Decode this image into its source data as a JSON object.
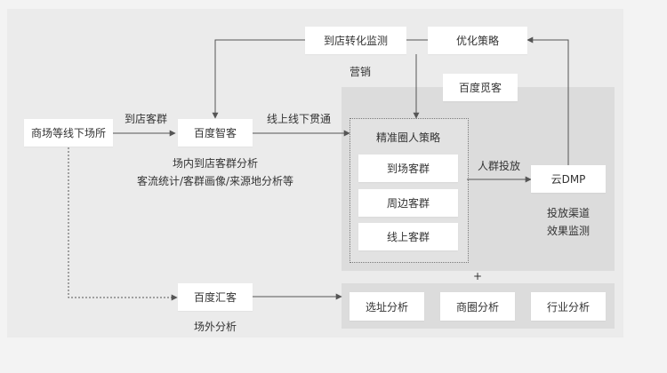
{
  "nodes": {
    "mall": "商场等线下场所",
    "zhike": "百度智客",
    "huike": "百度汇客",
    "conversion": "到店转化监测",
    "optimize": "优化策略",
    "mike": "百度觅客",
    "strategy_title": "精准圈人策略",
    "strategy_items": [
      "到场客群",
      "周边客群",
      "线上客群"
    ],
    "dmp": "云DMP",
    "analysis": [
      "选址分析",
      "商圈分析",
      "行业分析"
    ]
  },
  "labels": {
    "to_store": "到店客群",
    "online_offline": "线上线下贯通",
    "crowd": "人群投放",
    "marketing": "营销",
    "zhike_desc_1": "场内到店客群分析",
    "zhike_desc_2": "客流统计/客群画像/来源地分析等",
    "dmp_desc_1": "投放渠道",
    "dmp_desc_2": "效果监测",
    "plus": "+",
    "huike_desc": "场外分析"
  },
  "colors": {
    "page_bg": "#f3f3f3",
    "canvas_bg": "#ebebeb",
    "panel_bg": "#dcdcdc",
    "node_bg": "#ffffff",
    "line": "#555555"
  }
}
